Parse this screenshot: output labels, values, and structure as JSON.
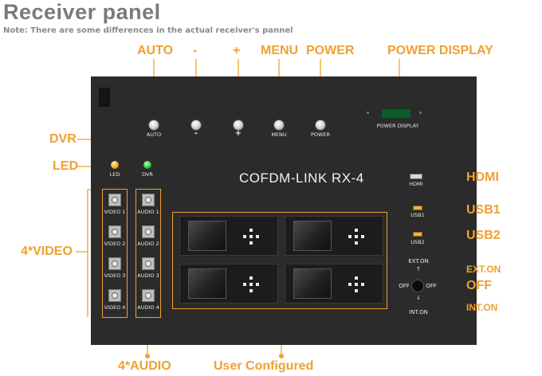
{
  "header": {
    "title": "Receiver panel",
    "note": "Note:  There are some differences in the actual receiver's pannel"
  },
  "callouts": {
    "auto": "AUTO",
    "minus": "-",
    "plus": "+",
    "menu": "MENU",
    "power": "POWER",
    "power_display": "POWER DISPLAY",
    "dvr": "DVR",
    "led": "LED",
    "video": "4*VIDEO",
    "audio": "4*AUDIO",
    "user_configured": "User Configured",
    "hdmi": "HDMI",
    "usb1": "USB1",
    "usb2": "USB2",
    "ext_on": "EXT.ON",
    "off": "OFF",
    "int_on": "INT.ON"
  },
  "panel": {
    "brand": "COFDM-LINK  RX-4",
    "buttons": {
      "auto": "AUTO",
      "minus": "-",
      "plus": "+",
      "menu": "MENU",
      "power": "POWER"
    },
    "power_display": "POWER DISPLAY",
    "led": "LED",
    "dvr": "DVR",
    "video": [
      "VIDEO 1",
      "VIDEO 2",
      "VIDEO 3",
      "VIDEO 4"
    ],
    "audio": [
      "AUDIO 1",
      "AUDIO 2",
      "AUDIO 3",
      "AUDIO 4"
    ],
    "hdmi": "HDMI",
    "usb1": "USB1",
    "usb2": "USB2",
    "switch": {
      "ext_on": "EXT.ON",
      "off_left": "OFF",
      "off_right": "OFF",
      "int_on": "INT.ON"
    }
  },
  "colors": {
    "accent": "#f0a030",
    "panel": "#2b2b2b"
  }
}
